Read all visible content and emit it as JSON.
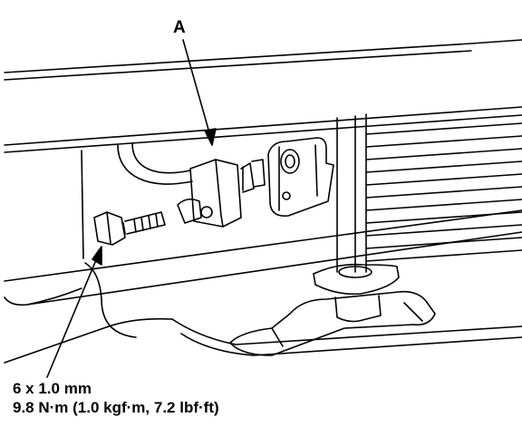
{
  "callout": {
    "label": "A"
  },
  "bolt_spec": {
    "size": "6 x 1.0 mm",
    "torque": "9.8 N·m (1.0 kgf·m, 7.2 lbf·ft)"
  },
  "colors": {
    "ink": "#000000",
    "background": "#ffffff"
  }
}
